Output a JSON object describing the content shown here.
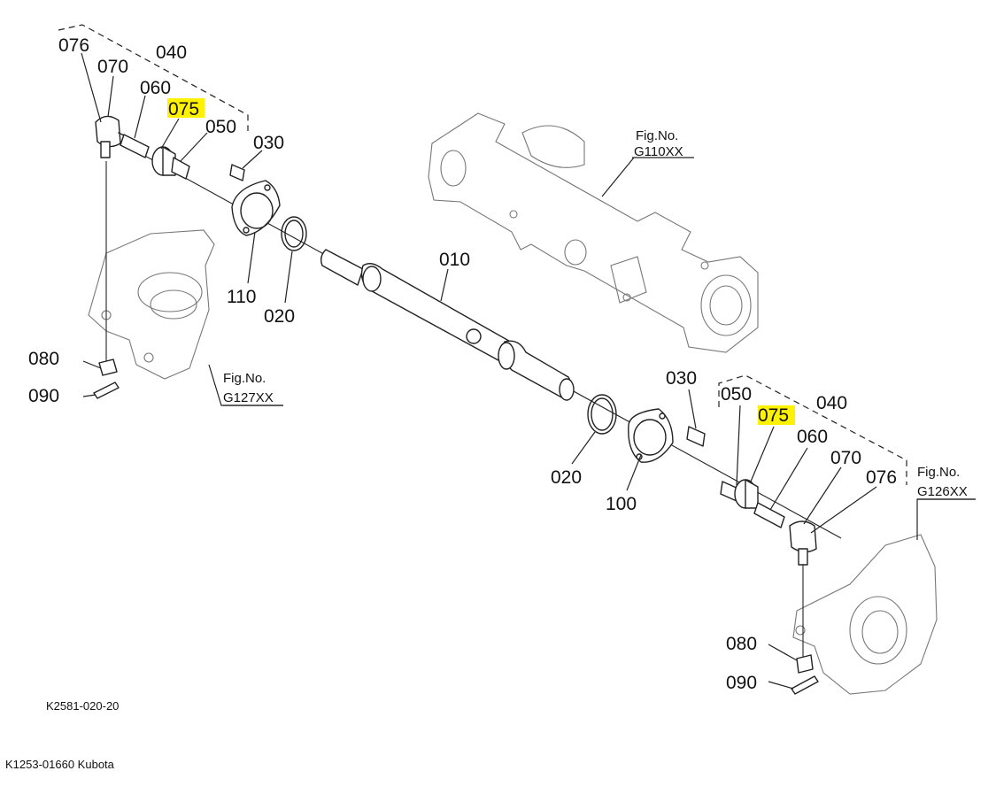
{
  "footer_text": "K1253-01660 Kubota",
  "drawing_code": "K2581-020-20",
  "highlight_color": "#fff200",
  "labels": {
    "l076": "076",
    "l070": "070",
    "l040": "040",
    "l060": "060",
    "l075": "075",
    "l050": "050",
    "l030": "030",
    "l110": "110",
    "l020": "020",
    "l010": "010",
    "l080": "080",
    "l090": "090",
    "r030": "030",
    "r050": "050",
    "r075": "075",
    "r040": "040",
    "r060": "060",
    "r070": "070",
    "r076": "076",
    "r020": "020",
    "r100": "100",
    "r080": "080",
    "r090": "090"
  },
  "fig_refs": {
    "top_fig": "Fig.No.",
    "top_code": "G110XX",
    "left_fig": "Fig.No.",
    "left_code": "G127XX",
    "right_fig": "Fig.No.",
    "right_code": "G126XX"
  }
}
